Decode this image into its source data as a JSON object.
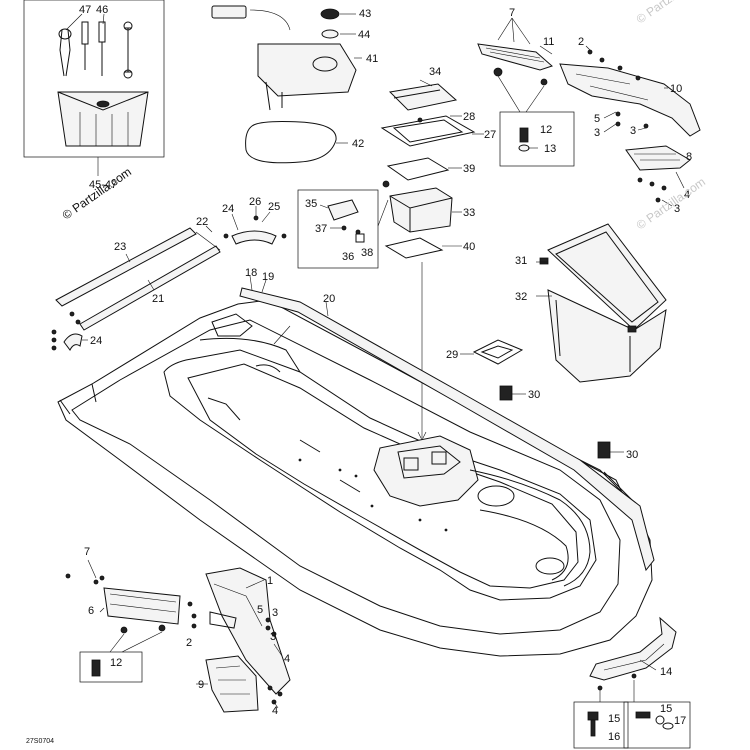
{
  "watermarks": {
    "main": "© Partzilla.com",
    "faint": "© Partzilla.com"
  },
  "drawing_code": "27S0704",
  "callouts": {
    "c47": "47",
    "c46": "46",
    "c45_47": "45-47",
    "c43": "43",
    "c44": "44",
    "c41": "41",
    "c42": "42",
    "c34": "34",
    "c28": "28",
    "c27": "27",
    "c39": "39",
    "c35": "35",
    "c33": "33",
    "c37": "37",
    "c36": "36",
    "c38": "38",
    "c40": "40",
    "t7": "7",
    "t11": "11",
    "t2": "2",
    "t10": "10",
    "t12": "12",
    "t13": "13",
    "t5": "5",
    "t3a": "3",
    "t3b": "3",
    "t8": "8",
    "t4": "4",
    "t3c": "3",
    "c22": "22",
    "c24a": "24",
    "c26": "26",
    "c25": "25",
    "c23": "23",
    "c21": "21",
    "c24b": "24",
    "c18": "18",
    "c19": "19",
    "c20": "20",
    "c31": "31",
    "c32": "32",
    "c29": "29",
    "c30a": "30",
    "c30b": "30",
    "b7": "7",
    "b6": "6",
    "b1": "1",
    "b5": "5",
    "b3a": "3",
    "b2": "2",
    "b3b": "3",
    "b12": "12",
    "b9": "9",
    "b4a": "4",
    "b4b": "4",
    "c14": "14",
    "c15a": "15",
    "c16": "16",
    "c15b": "15",
    "c17": "17"
  }
}
